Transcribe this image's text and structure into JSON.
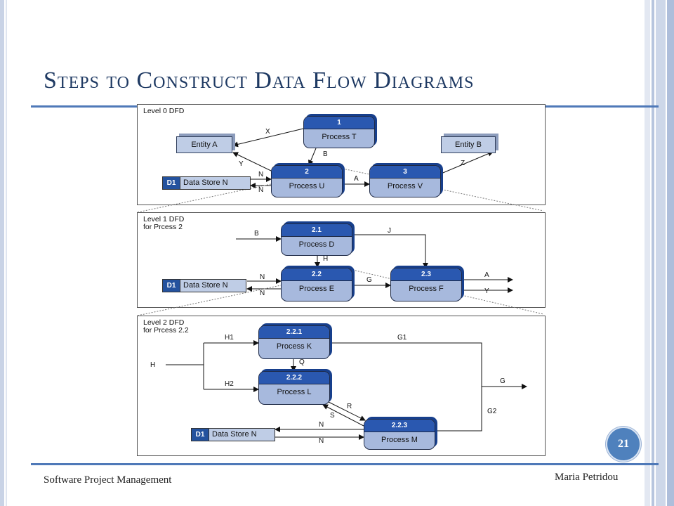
{
  "slide": {
    "title": "Steps to Construct Data Flow Diagrams",
    "page_number": "21",
    "footer_left": "Software Project Management",
    "footer_right": "Maria Petridou",
    "accent_color": "#4f79b8"
  },
  "level0": {
    "label": "Level 0 DFD",
    "entity_a": "Entity A",
    "entity_b": "Entity B",
    "p1": {
      "num": "1",
      "name": "Process T"
    },
    "p2": {
      "num": "2",
      "name": "Process U"
    },
    "p3": {
      "num": "3",
      "name": "Process V"
    },
    "store": {
      "id": "D1",
      "name": "Data Store N"
    },
    "flows": {
      "x": "X",
      "y": "Y",
      "b": "B",
      "a": "A",
      "z": "Z",
      "n_out": "N",
      "n_in": "N"
    }
  },
  "level1": {
    "label1": "Level 1 DFD",
    "label2": "for Prcess 2",
    "p21": {
      "num": "2.1",
      "name": "Process D"
    },
    "p22": {
      "num": "2.2",
      "name": "Process E"
    },
    "p23": {
      "num": "2.3",
      "name": "Process F"
    },
    "store": {
      "id": "D1",
      "name": "Data Store N"
    },
    "flows": {
      "b": "B",
      "j": "J",
      "h": "H",
      "g": "G",
      "a": "A",
      "y": "Y",
      "n_out": "N",
      "n_in": "N"
    }
  },
  "level2": {
    "label1": "Level 2 DFD",
    "label2": "for Prcess 2.2",
    "p221": {
      "num": "2.2.1",
      "name": "Process K"
    },
    "p222": {
      "num": "2.2.2",
      "name": "Process L"
    },
    "p223": {
      "num": "2.2.3",
      "name": "Process M"
    },
    "store": {
      "id": "D1",
      "name": "Data Store N"
    },
    "flows": {
      "h": "H",
      "h1": "H1",
      "h2": "H2",
      "q": "Q",
      "g1": "G1",
      "g2": "G2",
      "g": "G",
      "r": "R",
      "s": "S",
      "n_out": "N",
      "n_in": "N"
    }
  }
}
